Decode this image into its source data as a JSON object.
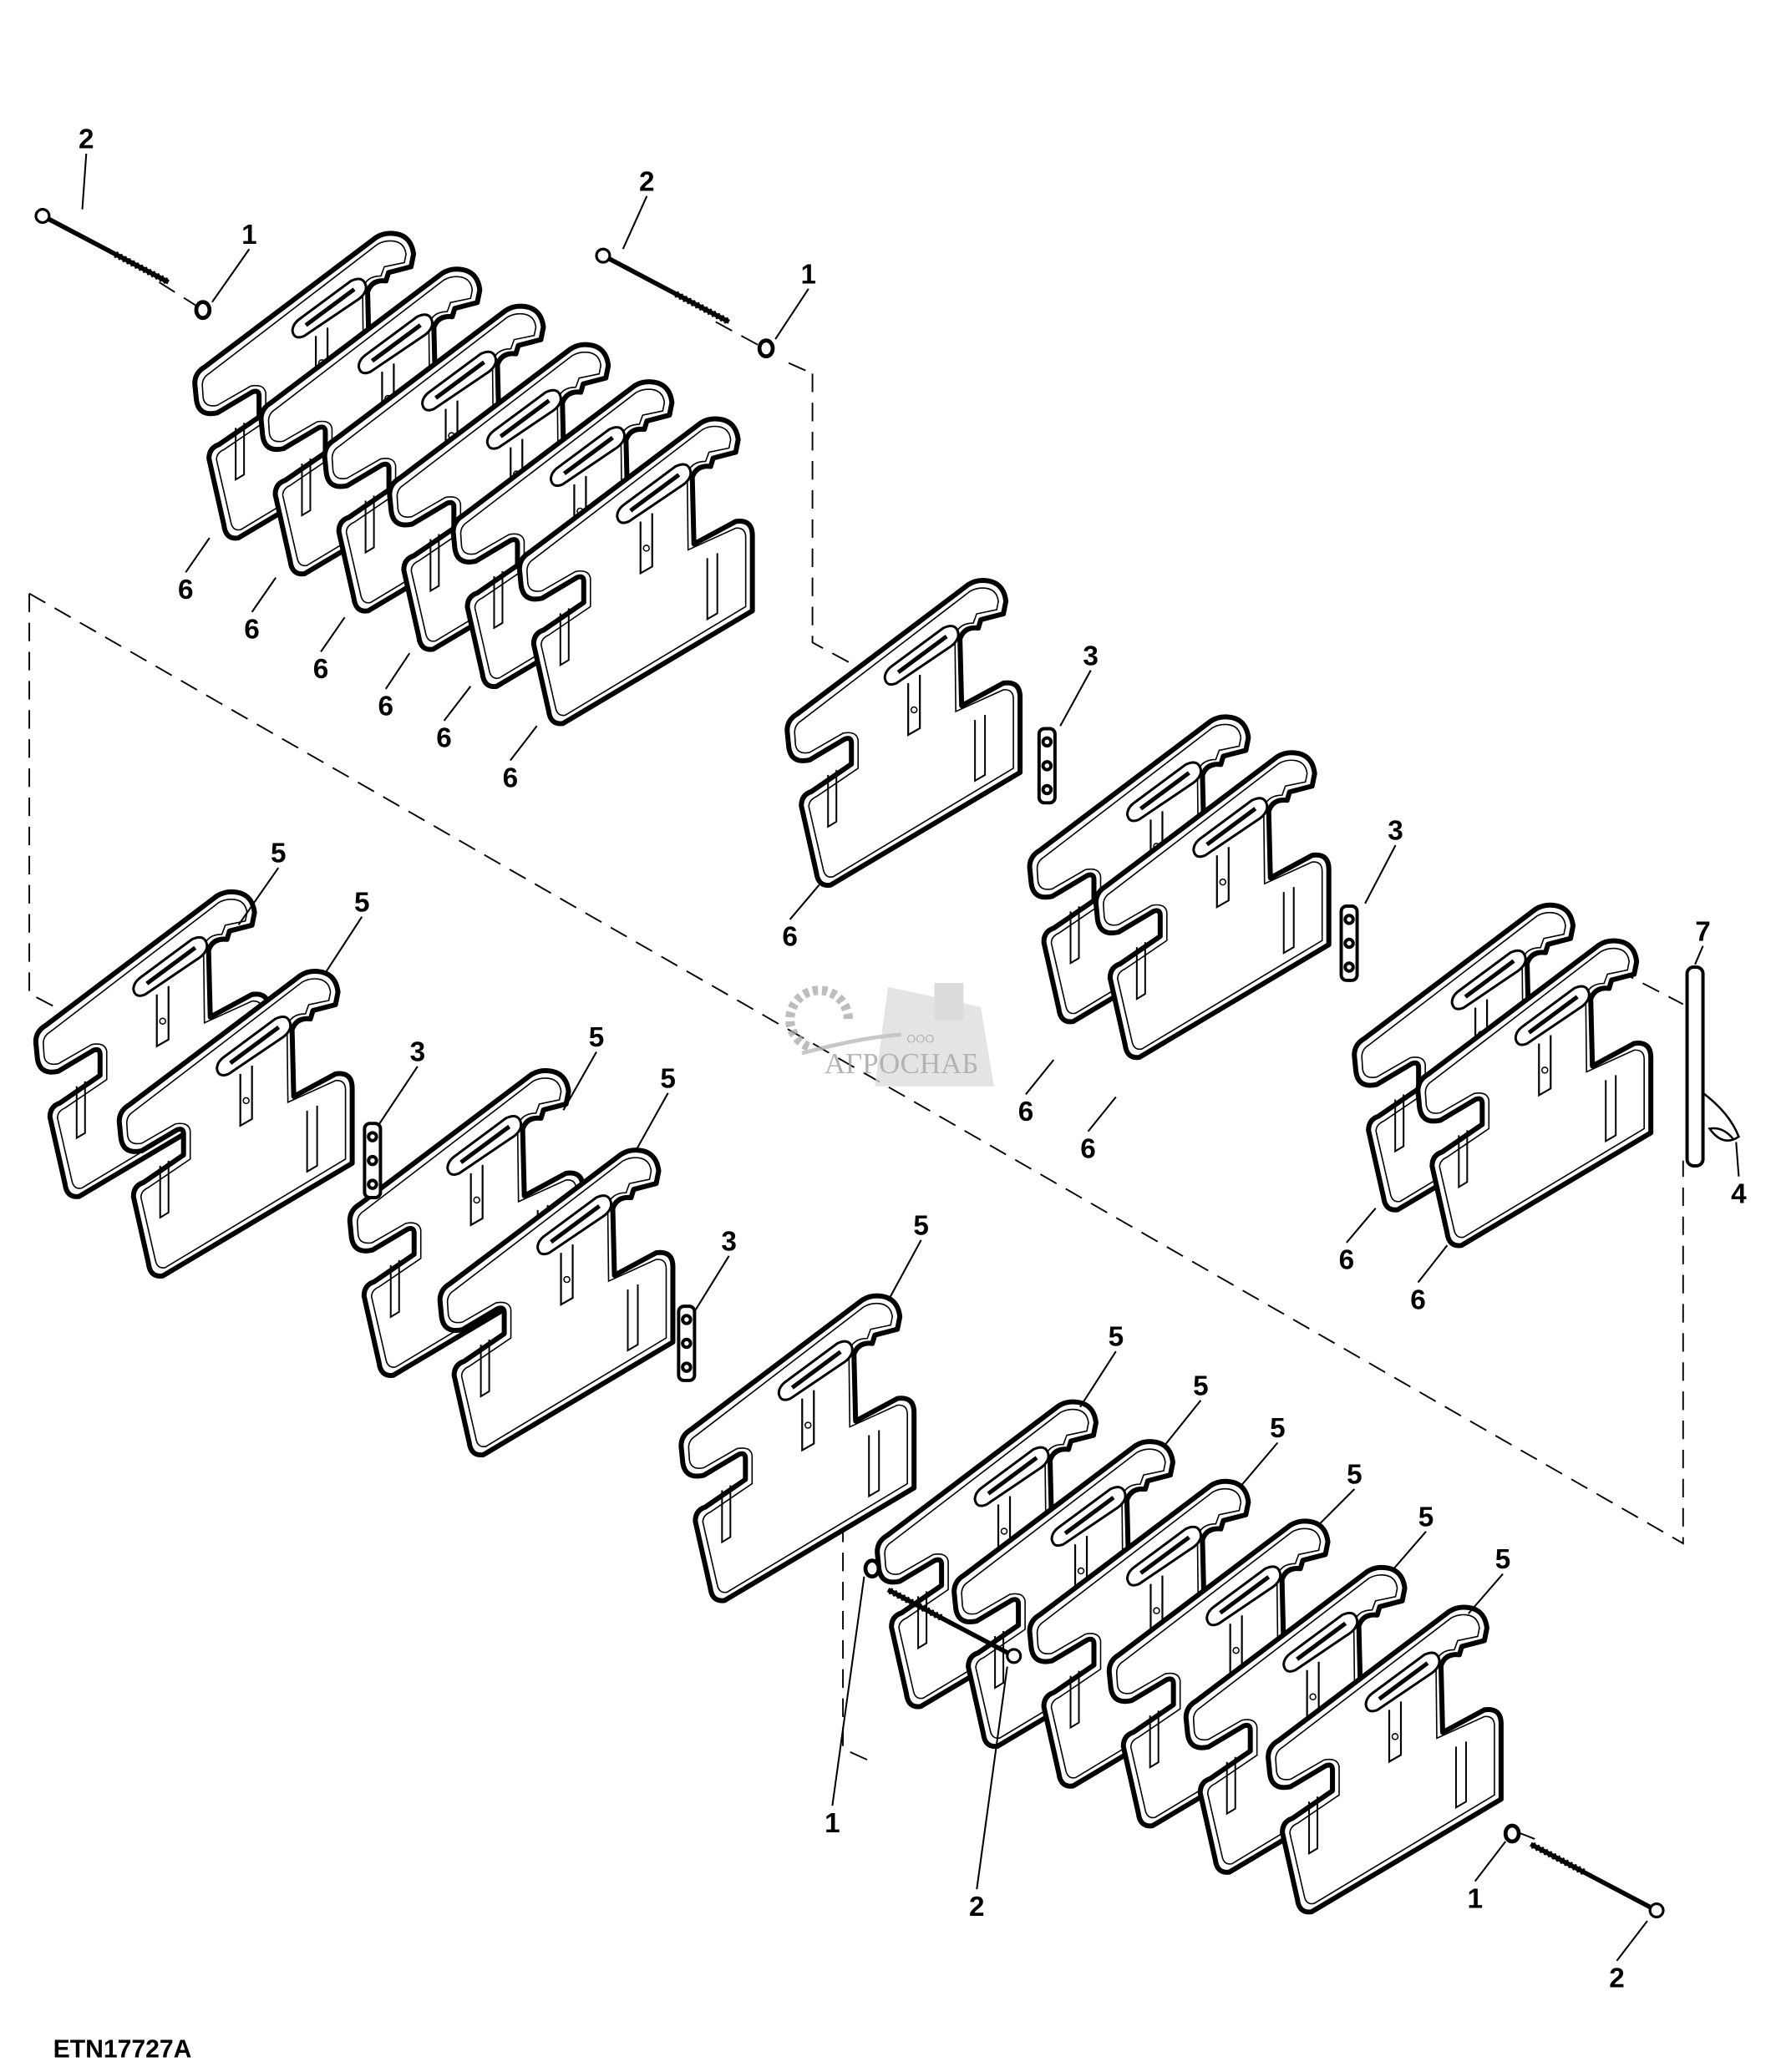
{
  "figure_id": "ETN17727A",
  "watermark": {
    "prefix": "ООО",
    "name": "АГРОСНАБ"
  },
  "callouts": [
    "2",
    "1",
    "2",
    "1",
    "6",
    "6",
    "6",
    "6",
    "6",
    "6",
    "3",
    "6",
    "3",
    "6",
    "6",
    "7",
    "4",
    "6",
    "6",
    "5",
    "5",
    "3",
    "5",
    "5",
    "3",
    "5",
    "5",
    "5",
    "5",
    "5",
    "5",
    "5",
    "1",
    "2",
    "1",
    "2"
  ],
  "parts": [
    {
      "ref": "1",
      "icon": "washer-icon"
    },
    {
      "ref": "2",
      "icon": "bolt-icon"
    },
    {
      "ref": "3",
      "icon": "strap-icon"
    },
    {
      "ref": "4",
      "icon": "spring-clip-icon"
    },
    {
      "ref": "5",
      "icon": "weight-plate-icon"
    },
    {
      "ref": "6",
      "icon": "weight-plate-icon"
    },
    {
      "ref": "7",
      "icon": "pin-icon"
    }
  ]
}
